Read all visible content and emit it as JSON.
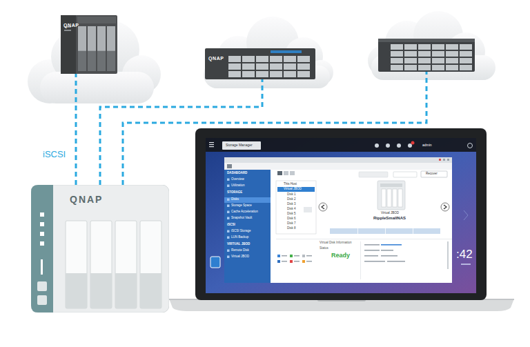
{
  "diagram": {
    "nodes": [
      {
        "text": [
          "QNAP"
        ]
      },
      {
        "text": [
          "QNAP"
        ]
      },
      {
        "text": [
          "QNAP"
        ]
      }
    ],
    "edges": [
      {
        "from": 2,
        "to": 0,
        "arrow": "none",
        "label": "iSCSI"
      },
      {
        "from": 2,
        "to": 1,
        "arrow": "none"
      }
    ],
    "labels": [
      "Storage Manager",
      "admin",
      "DASHBOARD",
      "Overview",
      "Utilization",
      "STORAGE",
      "Disks",
      "Storage Space",
      "Cache Acceleration",
      "Snapshot Vault",
      "iSCSI",
      "iSCSI Storage",
      "LUN Backup",
      "VIRTUAL JBOD",
      "Remote Disk",
      "Virtual JBOD",
      "This Host",
      "Virtual JBOD",
      "Disk 1",
      "Disk 2",
      "Disk 3",
      "Disk 4",
      "Disk 5",
      "Disk 6",
      "Disk 7",
      "Disk 8",
      "Virtual JBOD",
      "RippleSmallNAS",
      "Recover",
      "Virtual Disk Information",
      "Status",
      "Ready",
      ":42"
    ]
  }
}
